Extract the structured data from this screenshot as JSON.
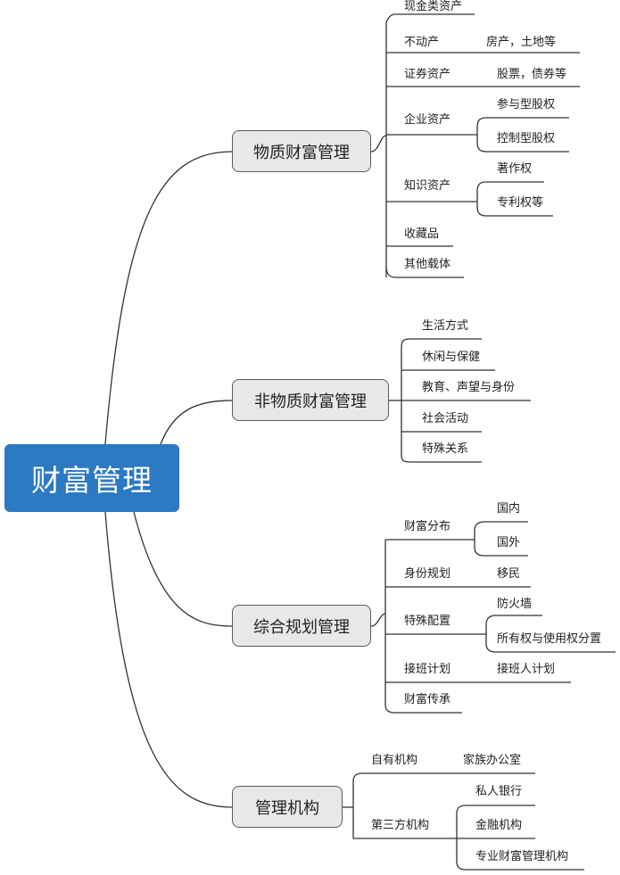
{
  "root": "财富管理",
  "branches": {
    "material": {
      "label": "物质财富管理",
      "cash": "现金类资产",
      "realestate": "不动产",
      "realestate_detail": "房产，土地等",
      "securities": "证券资产",
      "securities_detail": "股票，债券等",
      "enterprise": "企业资产",
      "equity_participate": "参与型股权",
      "equity_control": "控制型股权",
      "knowledge": "知识资产",
      "copyright": "著作权",
      "patent": "专利权等",
      "collectibles": "收藏品",
      "other": "其他载体"
    },
    "nonmaterial": {
      "label": "非物质财富管理",
      "lifestyle": "生活方式",
      "leisure": "休闲与保健",
      "education": "教育、声望与身份",
      "social": "社会活动",
      "relations": "特殊关系"
    },
    "planning": {
      "label": "综合规划管理",
      "distribution": "财富分布",
      "domestic": "国内",
      "overseas": "国外",
      "identity": "身份规划",
      "immigration": "移民",
      "special": "特殊配置",
      "firewall": "防火墙",
      "separation": "所有权与使用权分置",
      "succession": "接班计划",
      "successor": "接班人计划",
      "inheritance": "财富传承"
    },
    "institutions": {
      "label": "管理机构",
      "own": "自有机构",
      "family_office": "家族办公室",
      "third_party": "第三方机构",
      "private_bank": "私人银行",
      "financial": "金融机构",
      "professional": "专业财富管理机构"
    }
  }
}
